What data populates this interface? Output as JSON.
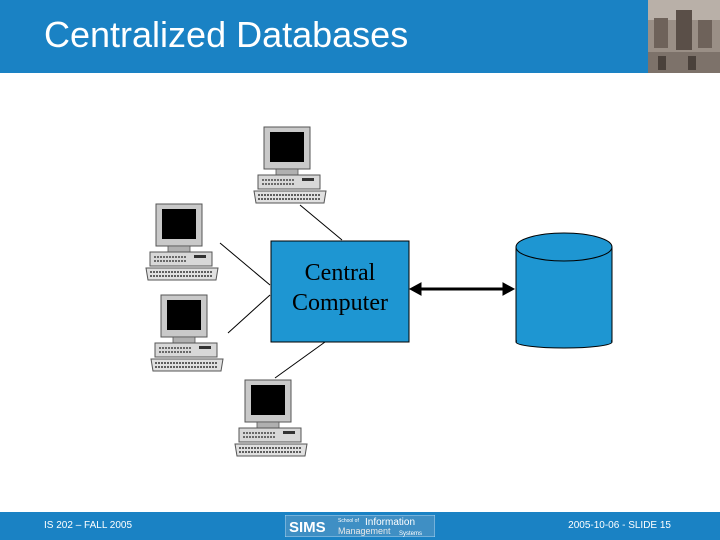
{
  "slide": {
    "title": "Centralized Databases",
    "footer_left": "IS 202 – FALL 2005",
    "footer_right": "2005-10-06 - SLIDE 15"
  },
  "logo": {
    "sims": "SIMS",
    "school_of": "School of",
    "information": "Information",
    "management": "Management",
    "systems": "Systems"
  },
  "diagram": {
    "central_line1": "Central",
    "central_line2": "Computer",
    "terminals": [
      "workstation-icon",
      "workstation-icon",
      "workstation-icon",
      "workstation-icon"
    ],
    "database": "database-cylinder-icon",
    "connector": "bidirectional-arrow"
  },
  "colors": {
    "brand_blue": "#1a82c4",
    "central_box": "#1e96d2",
    "database": "#1e96d2",
    "text": "#000000"
  }
}
